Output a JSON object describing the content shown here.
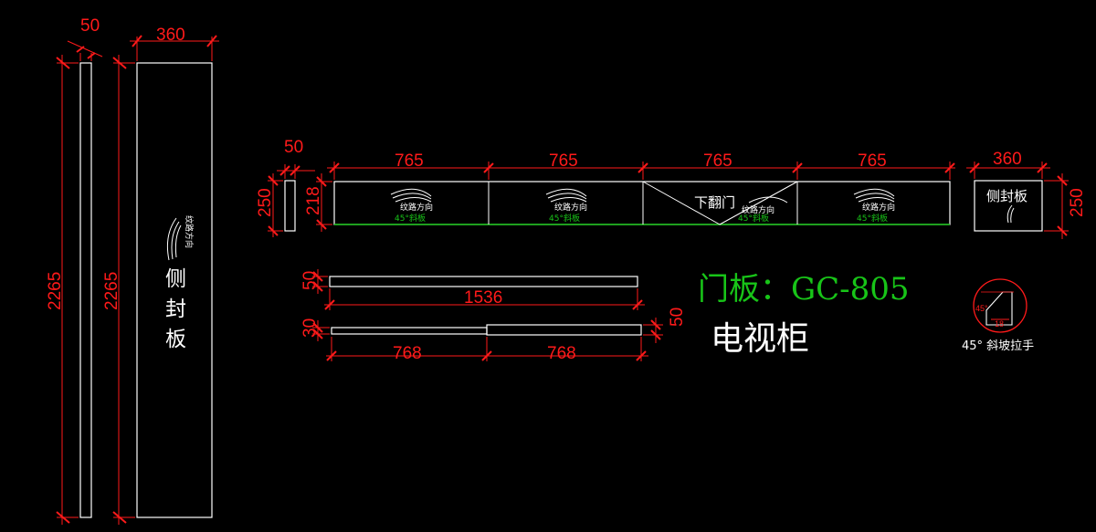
{
  "colors": {
    "background": "#000000",
    "outline": "#ffffff",
    "dimension": "#ff1a1a",
    "accent": "#18c418"
  },
  "side_panels": {
    "thin_panel_width": "50",
    "thin_panel_height": "2265",
    "wide_panel_width": "360",
    "wide_panel_height": "2265",
    "grain_text": "纹路方向",
    "panel_label_chars": [
      "侧",
      "封",
      "板"
    ]
  },
  "door_row": {
    "left_end_width": "50",
    "left_end_height": "250",
    "panel_height": "218",
    "widths": [
      "765",
      "765",
      "765",
      "765"
    ],
    "panels": [
      {
        "grain": "纹路方向",
        "handle": "45°斜板"
      },
      {
        "grain": "纹路方向",
        "handle": "45°斜板"
      },
      {
        "grain": "纹路方向",
        "handle": "45°斜板",
        "flip_label": "下翻门"
      },
      {
        "grain": "纹路方向",
        "handle": "45°斜板"
      }
    ],
    "right_panel_width": "360",
    "right_panel_height": "250",
    "right_panel_label": "侧封板"
  },
  "shelf_1": {
    "thickness": "50",
    "length": "1536"
  },
  "shelf_2": {
    "thickness": "30",
    "left_length": "768",
    "right_length": "768",
    "right_thickness": "50"
  },
  "titles": {
    "door_model": "门板：GC-805",
    "product": "电视柜"
  },
  "handle_detail": {
    "angle": "45°",
    "size": "18",
    "caption": "45° 斜坡拉手"
  }
}
